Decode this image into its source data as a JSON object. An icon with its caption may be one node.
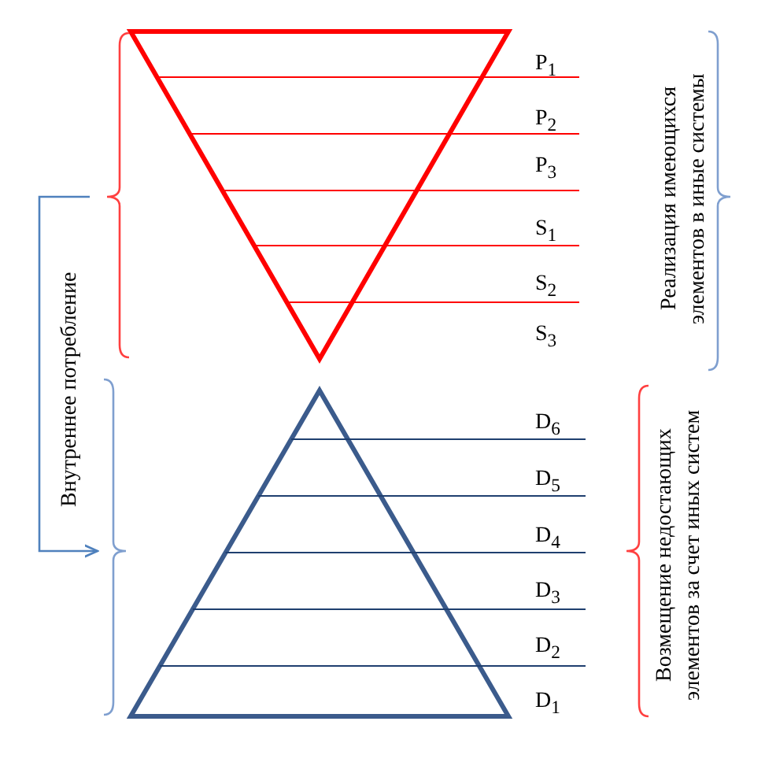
{
  "diagram": {
    "nodes": [
      {
        "text": [],
        "shape": "bracket"
      },
      {
        "text": [],
        "shape": "bracket"
      }
    ],
    "edges": [
      {
        "from": 0,
        "to": 1,
        "arrow": "to",
        "label": "Внутреннее потребление",
        "color": "#4f81bd"
      }
    ],
    "labels": [
      "P$_{1}$",
      "P$_{2}$",
      "P$_{3}$",
      "S$_{1}$",
      "S$_{2}$",
      "S$_{3}$",
      "Реализация имеющихся элементов в иные системы",
      "D$_{6}$",
      "D$_{5}$",
      "D$_{4}$",
      "D$_{3}$",
      "D$_{2}$",
      "D$_{1}$",
      "Возмещение недостающих элементов за счет иных систем"
    ]
  }
}
